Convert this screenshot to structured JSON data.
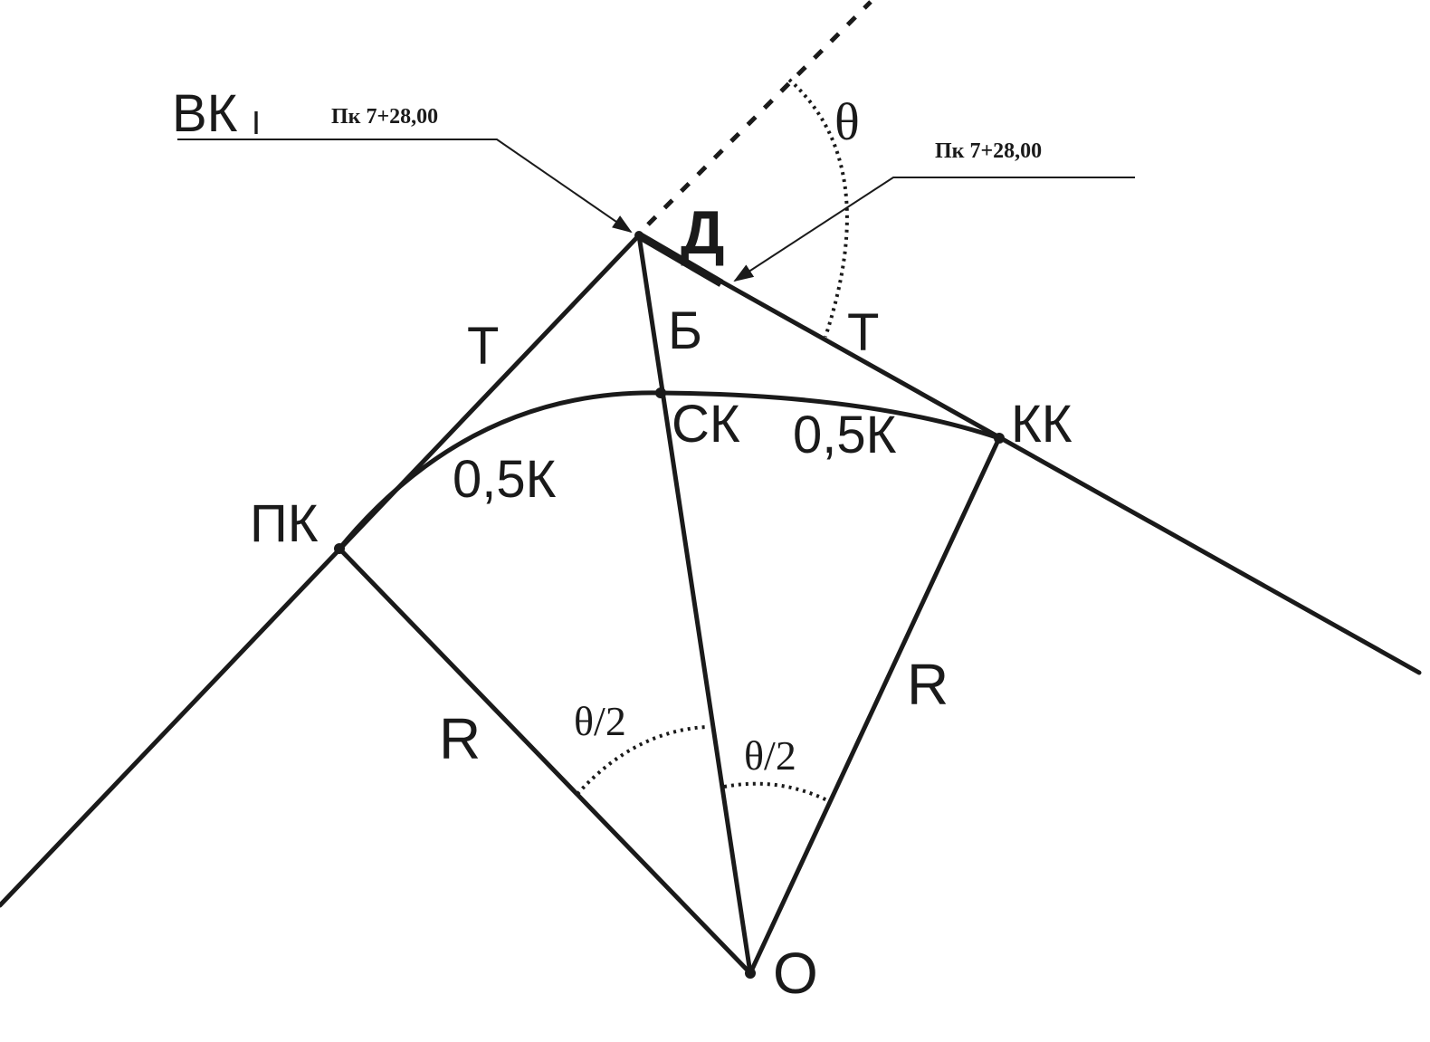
{
  "labels": {
    "vk": "ВК",
    "vk_sub": "I",
    "pk_top_left": "Пк 7+28,00",
    "pk_top_right": "Пк 7+28,00",
    "theta": "θ",
    "d": "Д",
    "b": "Б",
    "t_left": "Т",
    "t_right": "Т",
    "sk": "СК",
    "kk": "КК",
    "pk": "ПК",
    "half_k_left": "0,5К",
    "half_k_right": "0,5К",
    "r_left": "R",
    "r_right": "R",
    "theta_half_left": "θ/2",
    "theta_half_right": "θ/2",
    "o": "O"
  }
}
